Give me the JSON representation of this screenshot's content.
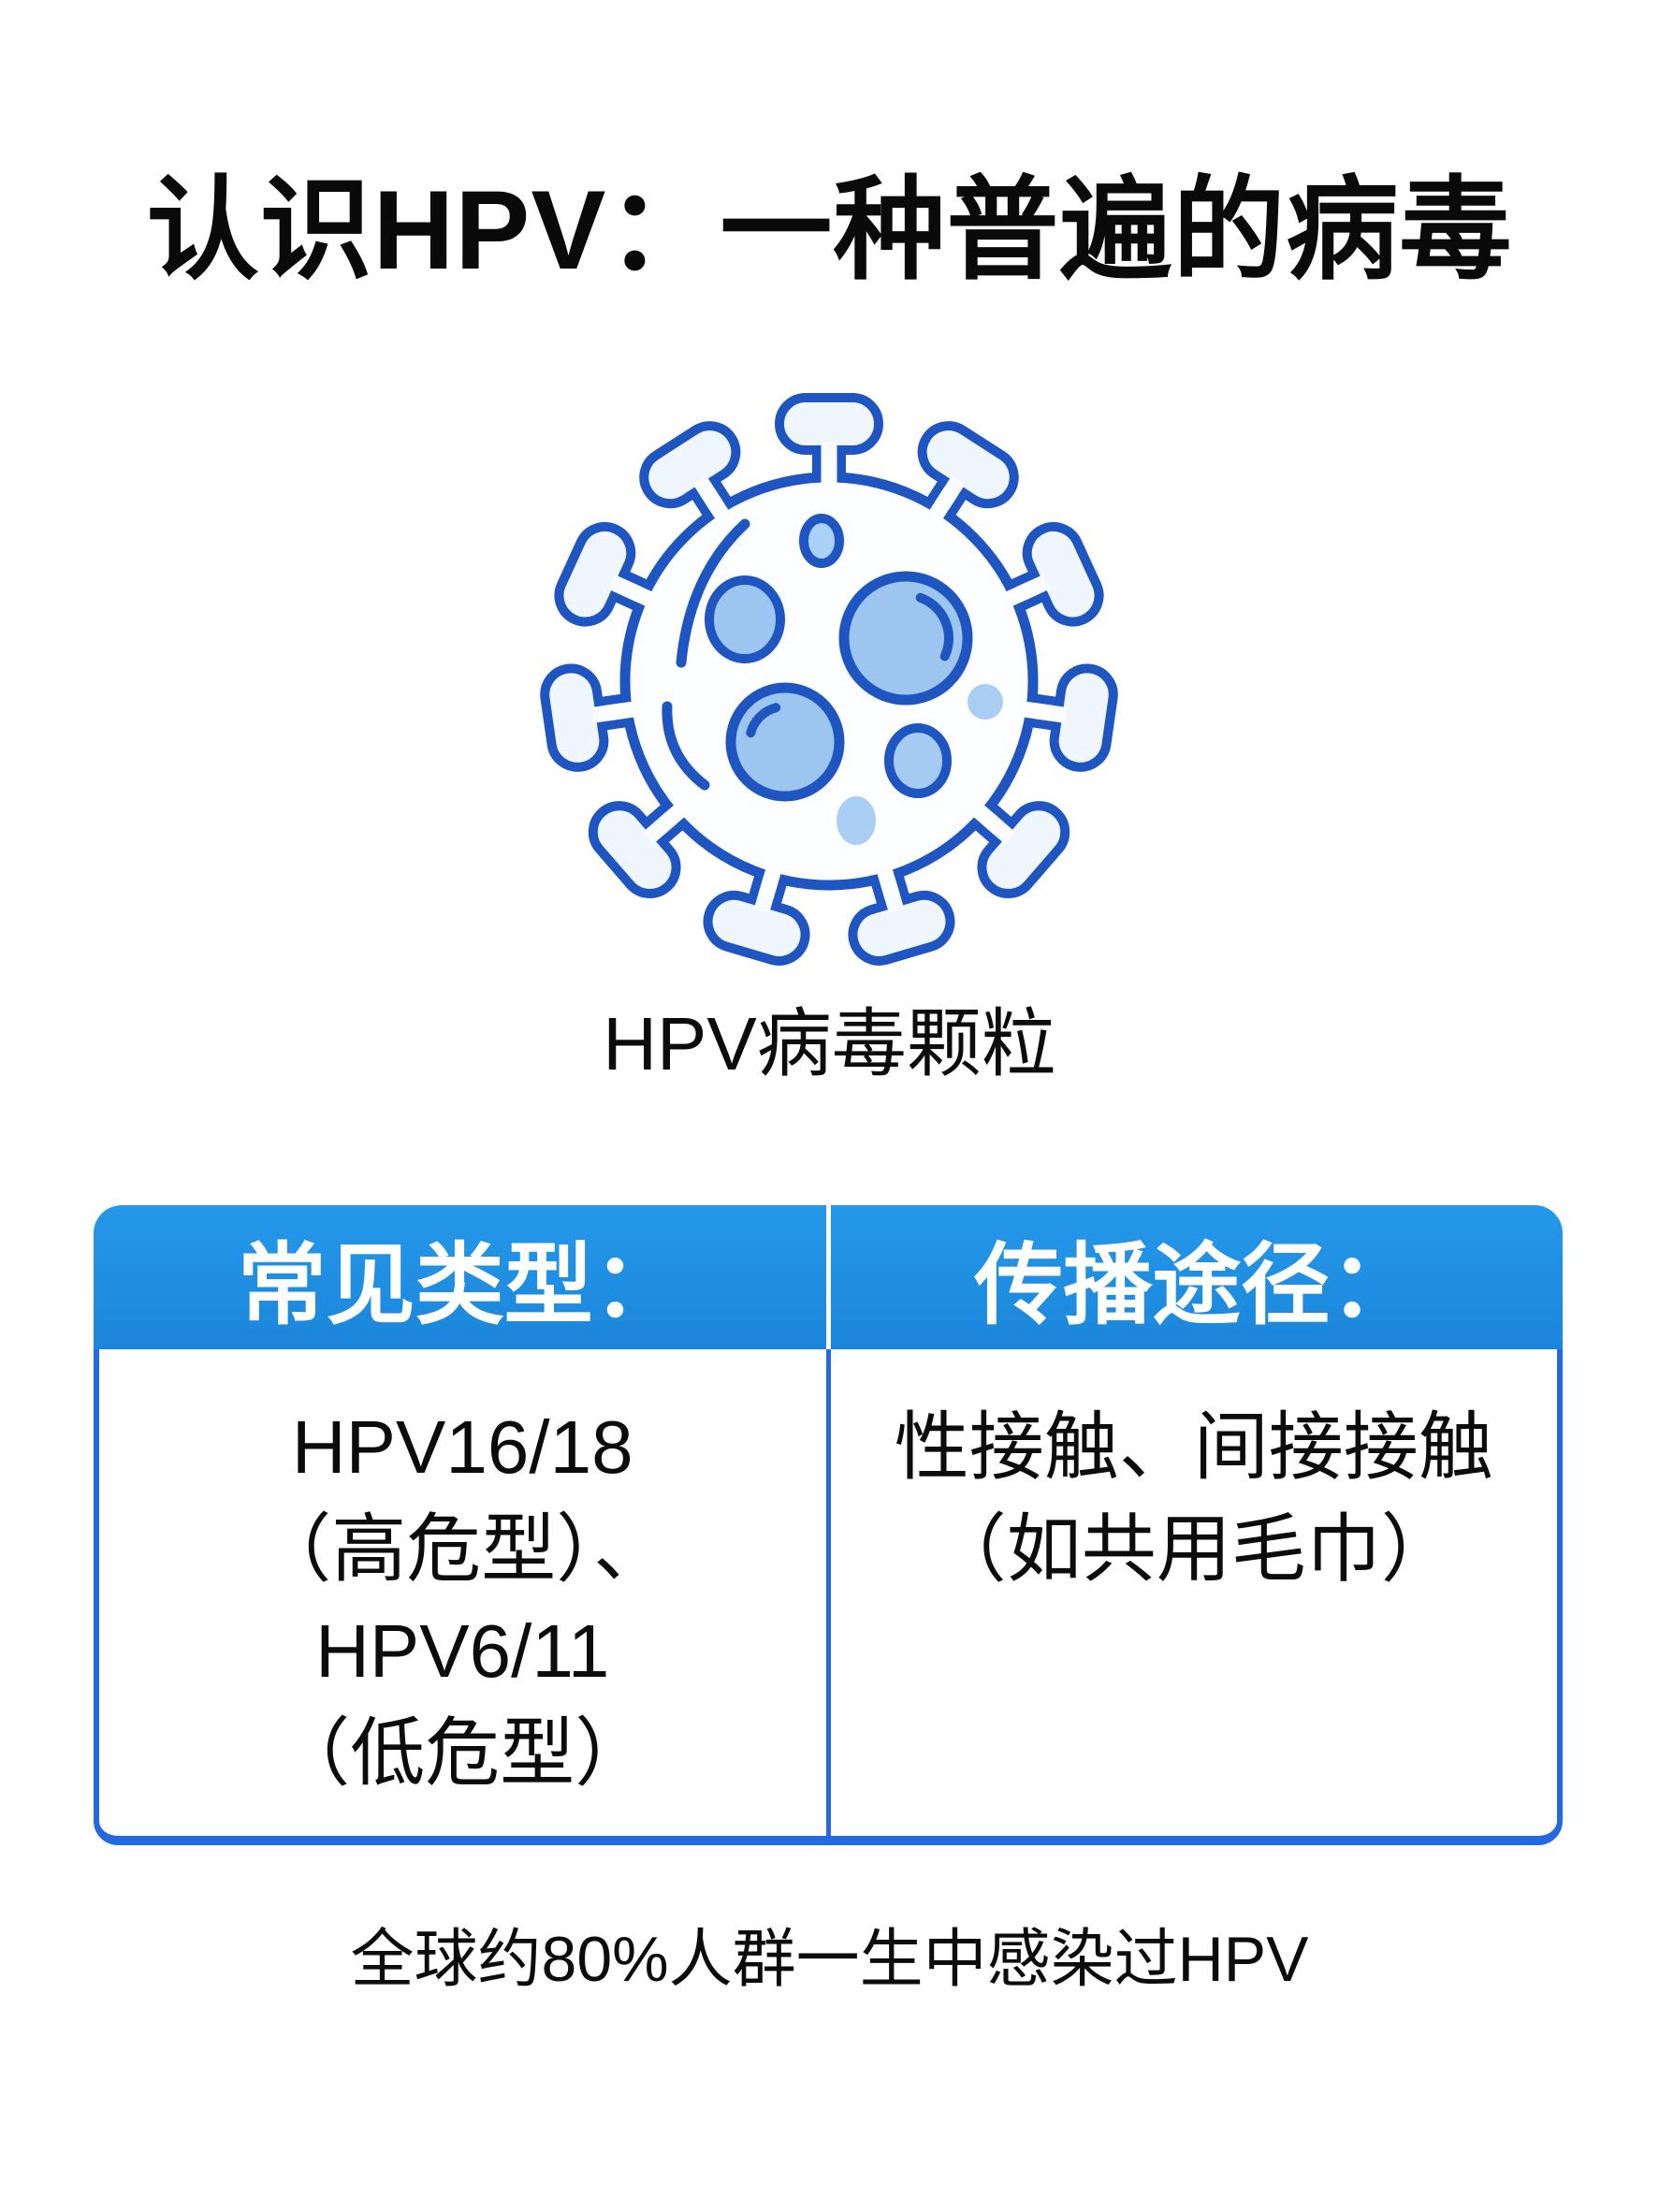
{
  "title": "认识HPV：一种普遍的病毒",
  "virus_caption": "HPV病毒颗粒",
  "table": {
    "columns": [
      {
        "header": "常见类型：",
        "lines": [
          "HPV16/18",
          "（高危型）、",
          "HPV6/11",
          "（低危型）"
        ]
      },
      {
        "header": "传播途径：",
        "lines": [
          "性接触、间接接触",
          "（如共用毛巾）"
        ]
      }
    ]
  },
  "footer": "全球约80%人群一生中感染过HPV",
  "icons": {
    "virus": "hpv-virus-particle"
  },
  "colors": {
    "header_blue": "#1F90E0",
    "table_border_blue": "#2569E0",
    "header_text_white": "#FFFFFF",
    "virus_outline_blue": "#1E55C1",
    "virus_bubble_blue": "#9CC5F0",
    "text_black": "#0A0A0B"
  }
}
